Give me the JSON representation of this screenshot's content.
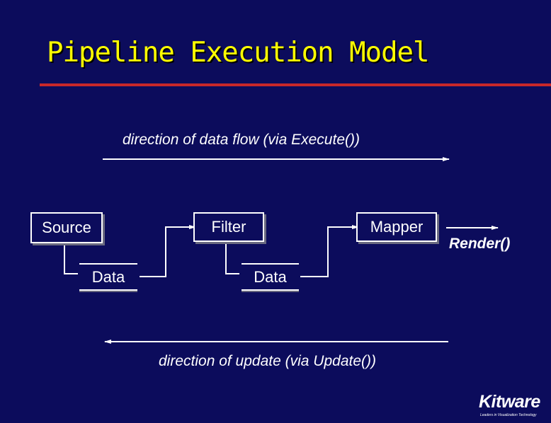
{
  "title": "Pipeline Execution Model",
  "top_flow_label": "direction of data flow (via Execute())",
  "bottom_flow_label": "direction of update (via Update())",
  "nodes": {
    "source": "Source",
    "filter": "Filter",
    "mapper": "Mapper",
    "data1": "Data",
    "data2": "Data",
    "render": "Render()"
  },
  "logo": {
    "name": "Kitware",
    "tagline": "Leaders in Visualization Technology"
  },
  "colors": {
    "background": "#0c0c5c",
    "title": "#ffff00",
    "rule": "#c8282a",
    "lines": "#ffffff"
  }
}
